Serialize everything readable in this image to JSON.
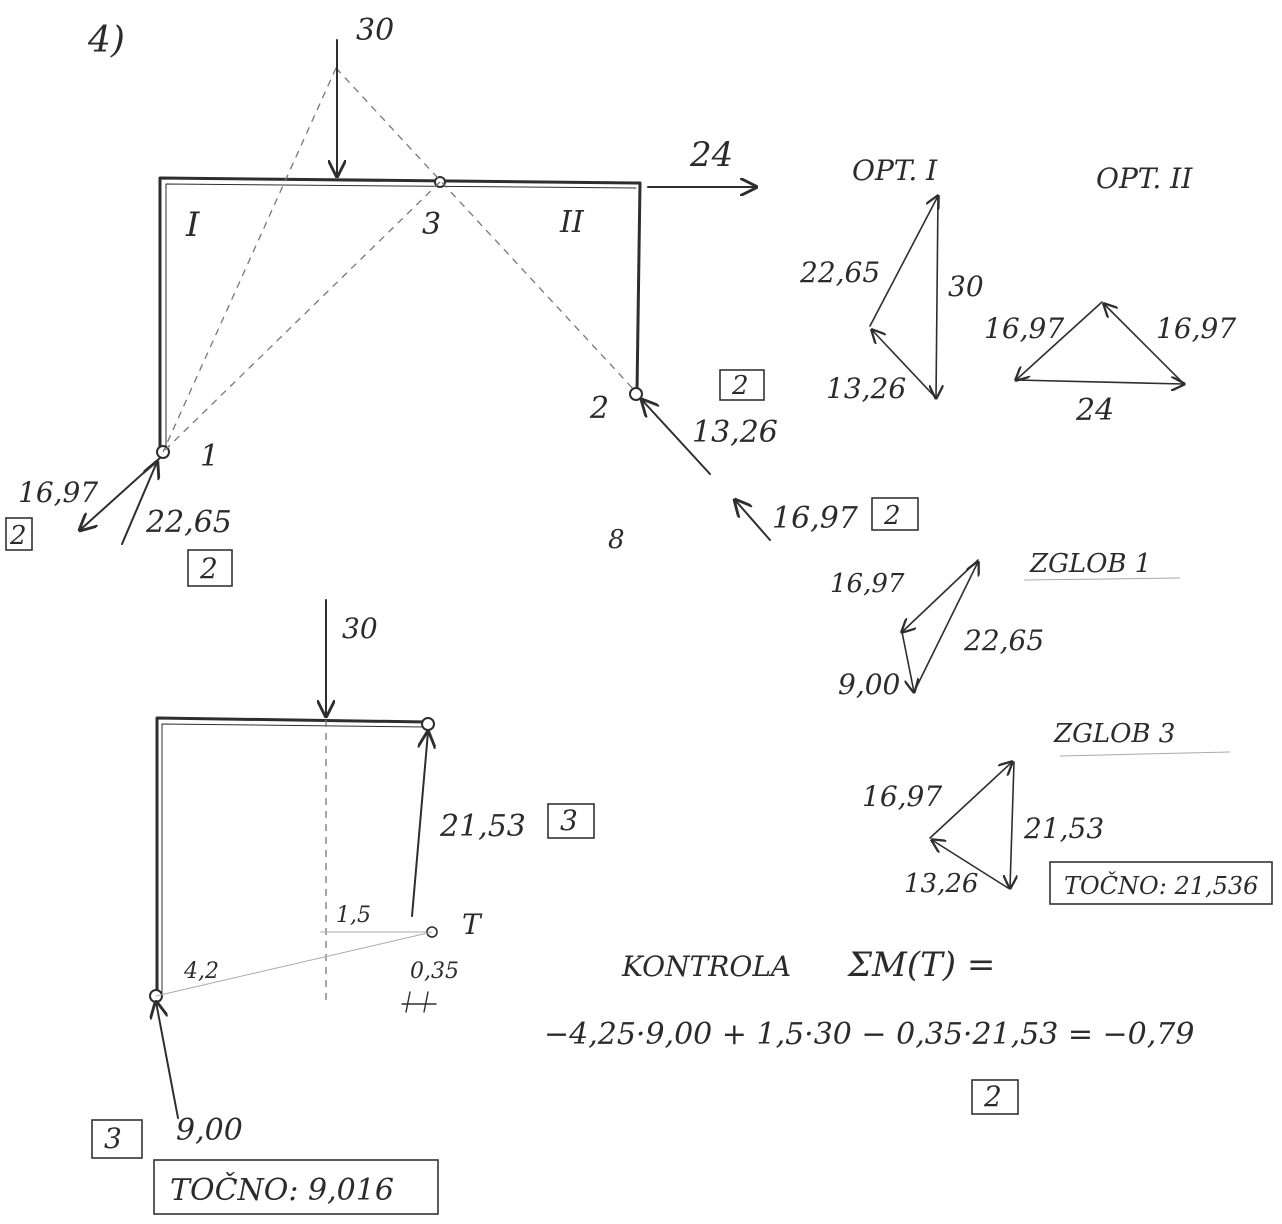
{
  "problem_number": "4)",
  "top_frame": {
    "load_vertical": "30",
    "load_horizontal": "24",
    "part_left": "I",
    "part_right": "II",
    "hinge_top": "3",
    "support_left": "1",
    "support_right": "2",
    "reaction_right": "13,26",
    "score_right": "2",
    "left_force_a": "16,97",
    "left_force_b": "22,65",
    "score_left_a": "2",
    "score_left_b": "2",
    "right_bottom_force": "16,97",
    "score_right_bottom": "2",
    "stray_mark": "8"
  },
  "force_polygons": {
    "opt1": {
      "title": "OPT. I",
      "side_a": "22,65",
      "side_b": "30",
      "side_c": "13,26"
    },
    "opt2": {
      "title": "OPT. II",
      "side_left": "16,97",
      "side_right": "16,97",
      "side_bottom": "24"
    },
    "zglob1": {
      "title": "ZGLOB 1",
      "side_a": "16,97",
      "side_b": "22,65",
      "side_c": "9,00"
    },
    "zglob3": {
      "title": "ZGLOB 3",
      "side_a": "16,97",
      "side_b": "21,53",
      "side_c": "13,26",
      "exact_note": "TOČNO: 21,536"
    }
  },
  "bottom_frame": {
    "load_vertical": "30",
    "reaction_right": "21,53",
    "score_right": "3",
    "dist_horizontal": "1,5",
    "point_T": "T",
    "dist_small": "0,35",
    "dist_left": "4,2",
    "reaction_left": "9,00",
    "score_left": "3",
    "exact_note": "TOČNO: 9,016"
  },
  "check": {
    "label": "KONTROLA",
    "moment": "ΣM(T) =",
    "equation": "−4,25·9,00 + 1,5·30 − 0,35·21,53 = −0,79",
    "score": "2"
  }
}
